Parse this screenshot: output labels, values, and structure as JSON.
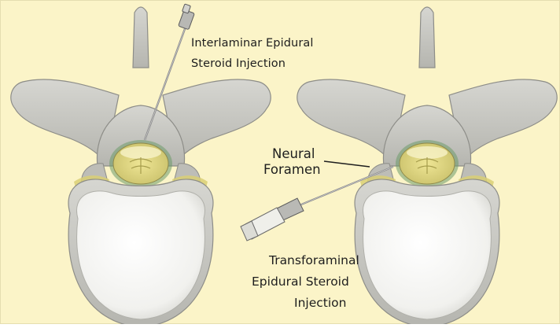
{
  "figure": {
    "background_color": "#fbf4c8",
    "bone_color": "#c9c9c4",
    "disc_color": "#f6f6f4",
    "canal_color": "#e3db82",
    "needle_color": "#8a8a8a",
    "line_color": "#1e1e1e"
  },
  "labels": {
    "interlaminar_line1": "Interlaminar Epidural",
    "interlaminar_line2": "Steroid Injection",
    "neural_line1": "Neural",
    "neural_line2": "Foramen",
    "transforaminal_line1": "Transforaminal",
    "transforaminal_line2": "Epidural Steroid",
    "transforaminal_line3": "Injection"
  },
  "icons": {
    "left_needle": "needle-icon",
    "right_syringe": "syringe-icon"
  }
}
